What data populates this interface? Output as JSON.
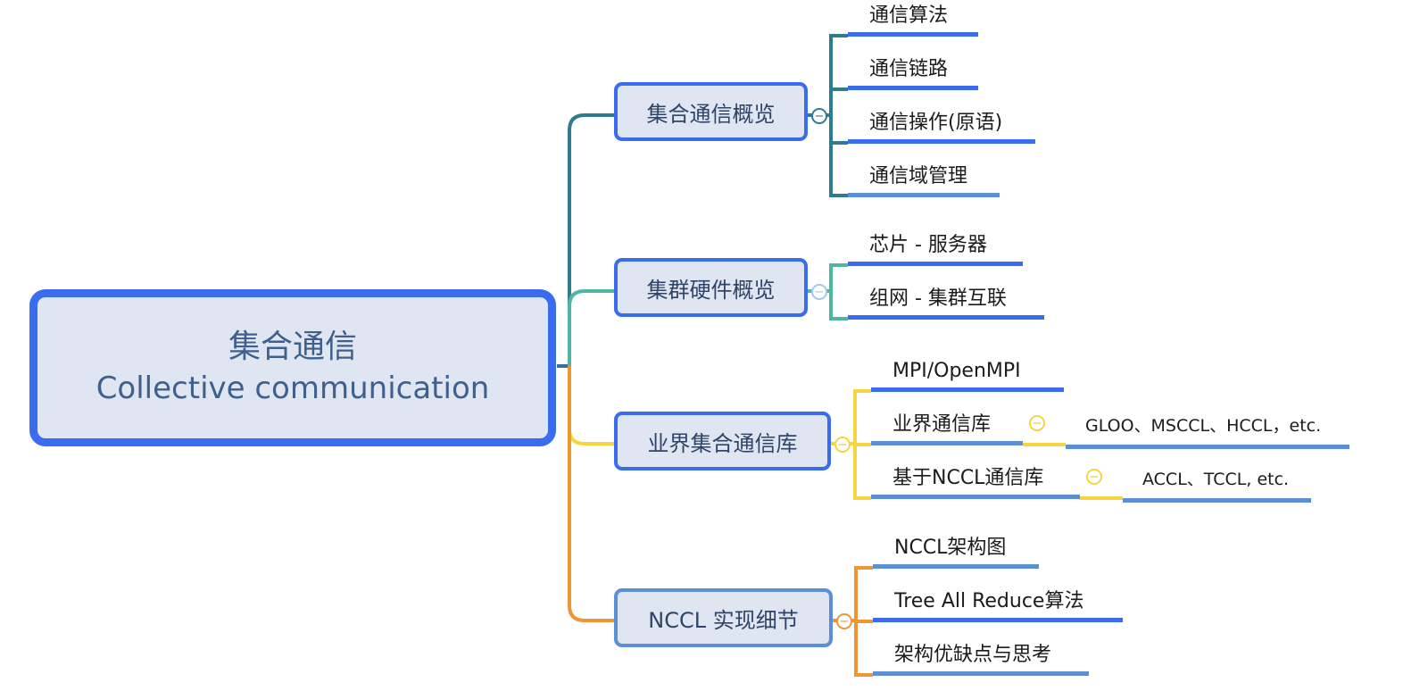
{
  "root": {
    "title_zh": "集合通信",
    "title_en": "Collective communication"
  },
  "branches": [
    {
      "label": "集合通信概览",
      "color": "#2f7c91",
      "children": [
        "通信算法",
        "通信链路",
        "通信操作(原语)",
        "通信域管理"
      ]
    },
    {
      "label": "集群硬件概览",
      "color": "#4fb6a4",
      "children": [
        "芯片 - 服务器",
        "组网 - 集群互联"
      ]
    },
    {
      "label": "业界集合通信库",
      "color": "#f5d640",
      "children": [
        "MPI/OpenMPI",
        "业界通信库",
        "基于NCCL通信库"
      ],
      "subs": [
        "GLOO、MSCCL、HCCL，etc.",
        "ACCL、TCCL, etc."
      ]
    },
    {
      "label": "NCCL 实现细节",
      "color": "#ee9634",
      "children": [
        "NCCL架构图",
        "Tree All Reduce算法",
        "架构优缺点与思考"
      ]
    }
  ],
  "toggle_symbol": "−",
  "colors": {
    "node_border": "#3a6cf0",
    "node_fill": "#dfe6f2",
    "underline_blue": "#3a6cf0",
    "underline_steel": "#5b8fd6"
  }
}
